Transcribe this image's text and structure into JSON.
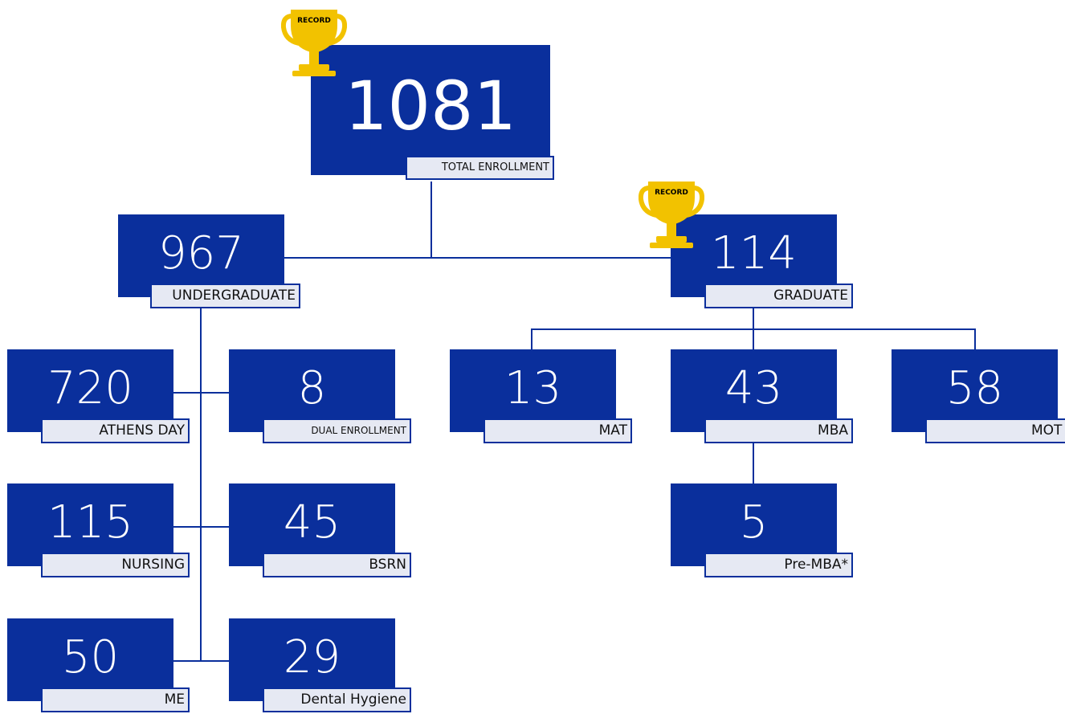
{
  "total": {
    "value": "1081",
    "label": "TOTAL ENROLLMENT",
    "badge": "RECORD"
  },
  "undergraduate": {
    "value": "967",
    "label": "UNDERGRADUATE"
  },
  "graduate": {
    "value": "114",
    "label": "GRADUATE",
    "badge": "RECORD"
  },
  "undergrad_programs": [
    {
      "value": "720",
      "label": "ATHENS DAY"
    },
    {
      "value": "8",
      "label": "DUAL ENROLLMENT"
    },
    {
      "value": "115",
      "label": "NURSING"
    },
    {
      "value": "45",
      "label": "BSRN"
    },
    {
      "value": "50",
      "label": "ME"
    },
    {
      "value": "29",
      "label": "Dental Hygiene"
    }
  ],
  "grad_programs": [
    {
      "value": "13",
      "label": "MAT"
    },
    {
      "value": "43",
      "label": "MBA"
    },
    {
      "value": "58",
      "label": "MOT"
    },
    {
      "value": "5",
      "label": "Pre-MBA*"
    }
  ],
  "colors": {
    "box": "#0a2f9c",
    "label_bg": "#e6e9f3",
    "trophy": "#f2c200"
  },
  "icons": [
    "trophy-icon"
  ]
}
